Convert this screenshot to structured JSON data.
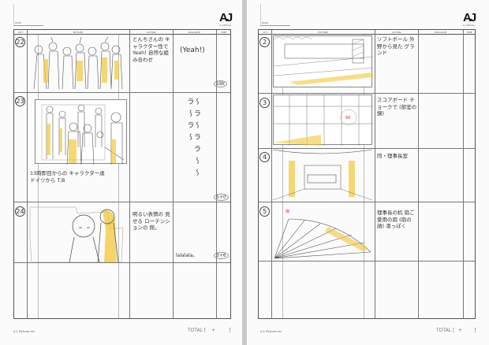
{
  "header": {
    "page_label": "PAGE",
    "logo": "AJ",
    "logo_sub": "A-1 Pictures"
  },
  "columns": {
    "cut": "CUT",
    "picture": "PICTURE",
    "action": "ACTION",
    "dialogue": "DIALOGUE",
    "time": "TIME"
  },
  "left_page": {
    "cuts": [
      {
        "number": "22",
        "action": "とんちさんの キャラクター性で Yeah! 自然な組み合わせ",
        "dialogue": "(Yeah!)",
        "time": "18k"
      },
      {
        "number": "23",
        "picture_note": "13時即目からの キャラクター達 ドイツから T.B",
        "dialogue": "〜ラ〜ララ〜〜ラ〜ラ〜",
        "time": "5+0"
      },
      {
        "number": "24",
        "action": "明るい表情の 見せる ローテンションの 館。",
        "dialogue": "lalalala。",
        "time": "3+6"
      }
    ]
  },
  "right_page": {
    "cuts": [
      {
        "number": "2",
        "action": "ソフトボール 外野から見た グランド"
      },
      {
        "number": "3",
        "action": "スコアボード チョークで (部室の鏡)"
      },
      {
        "number": "4",
        "action": "同・理事長室"
      },
      {
        "number": "5",
        "action": "理事長の机 扇ご愛用の扇 (扇の顔) 凛っぽく"
      }
    ]
  },
  "footer": {
    "company": "A-1 Pictures Inc.",
    "total_label": "TOTAL [",
    "total_plus": "+",
    "total_close": "]"
  },
  "colors": {
    "sketch_yellow": "#f3c73a",
    "ink": "#333333",
    "red": "#e03030"
  }
}
